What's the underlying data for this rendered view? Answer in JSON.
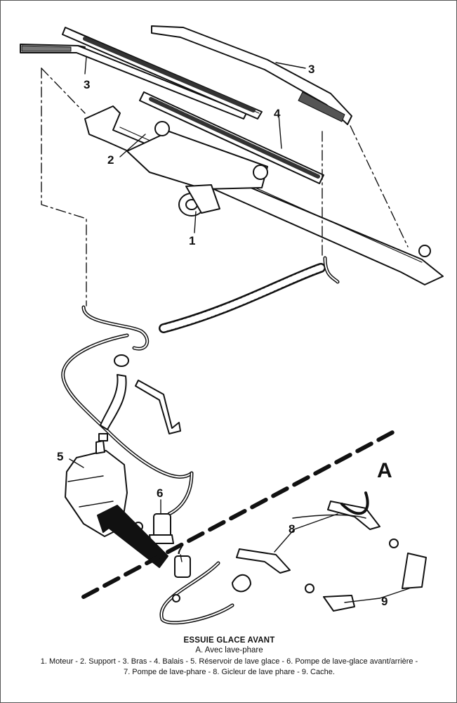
{
  "labels": {
    "motor": "1",
    "support": "2",
    "arm_left": "3",
    "arm_right": "3",
    "blade": "4",
    "reservoir": "5",
    "pump": "6",
    "headlamp_pump": "7",
    "nozzle": "8",
    "cover": "9",
    "variant": "A"
  },
  "caption": {
    "title": "ESSUIE GLACE AVANT",
    "subtitle": "A. Avec lave-phare",
    "legend_line1": "1. Moteur - 2. Support - 3. Bras - 4. Balais - 5. Réservoir de lave glace - 6. Pompe de lave-glace avant/arrière -",
    "legend_line2": "7. Pompe de lave-phare - 8. Gicleur de lave phare - 9. Cache."
  }
}
